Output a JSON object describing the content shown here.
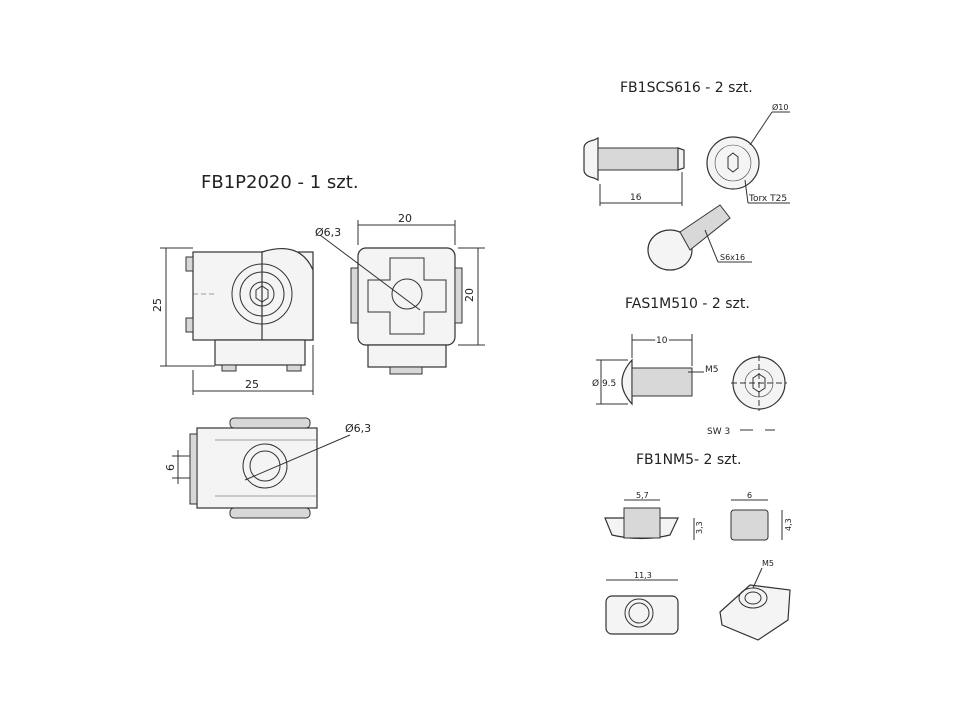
{
  "left": {
    "title": "FB1P2020 - 1 szt.",
    "side_height": "25",
    "side_width": "25",
    "front_hole": "Ø6,3",
    "front_width": "20",
    "front_height": "20",
    "top_offset": "6",
    "top_hole": "Ø6,3"
  },
  "screw": {
    "title": "FB1SCS616 - 2 szt.",
    "head_diameter": "Ø10",
    "length": "16",
    "drive": "Torx T25",
    "size": "S6x16"
  },
  "bolt": {
    "title": "FAS1M510 - 2 szt.",
    "length": "10",
    "head_diameter": "Ø  9.5",
    "thread": "M5",
    "key": "SW  3"
  },
  "nut": {
    "title": "FB1NM5- 2 szt.",
    "top_width": "5,7",
    "side_width": "6",
    "height_a": "3,3",
    "height_b": "4,3",
    "length": "11,3",
    "thread": "M5"
  }
}
